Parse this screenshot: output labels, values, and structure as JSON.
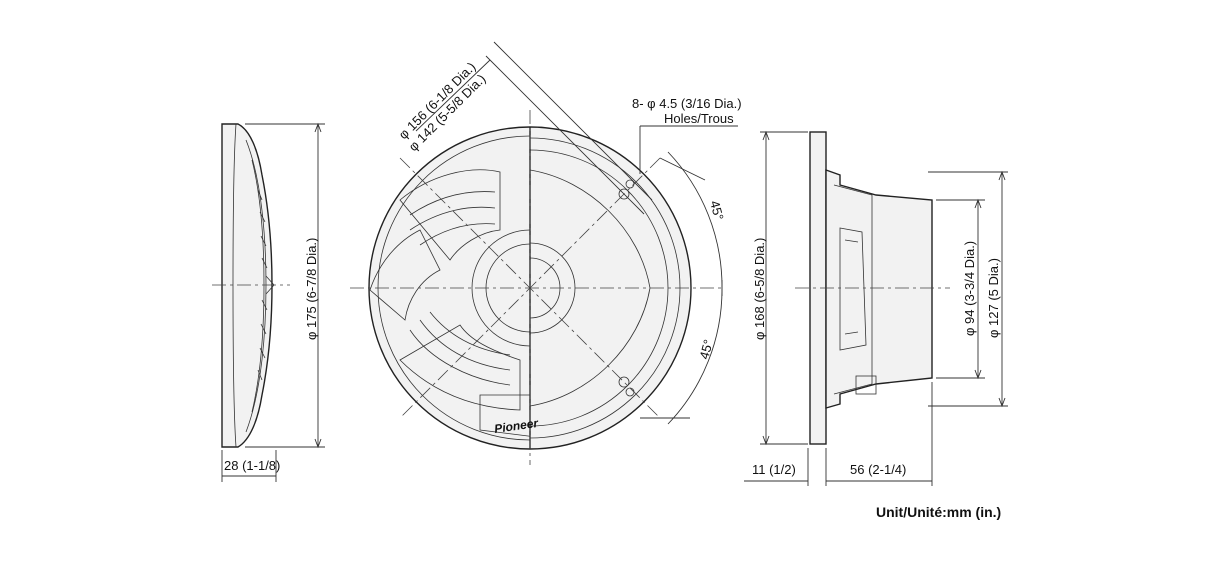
{
  "dims": {
    "side_height": "φ 175 (6-7/8 Dia.)",
    "side_depth": "28 (1-1/8)",
    "outer_dia": "φ 156 (6-1/8 Dia.)",
    "mount_dia": "φ 142 (5-5/8 Dia.)",
    "holes_line1": "8- φ 4.5 (3/16 Dia.)",
    "holes_line2": "Holes/Trous",
    "angle_top": "45°",
    "angle_bottom": "45°",
    "cutout_dia": "φ 168 (6-5/8 Dia.)",
    "magnet_dia": "φ 94 (3-3/4 Dia.)",
    "basket_dia": "φ 127 (5 Dia.)",
    "flange_depth": "11 (1/2)",
    "mount_depth": "56 (2-1/4)"
  },
  "brand": "Pioneer",
  "unit_note": "Unit/Unité:mm (in.)"
}
